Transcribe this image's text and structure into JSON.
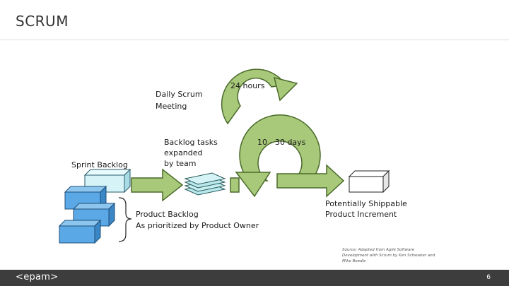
{
  "slide": {
    "title": "SCRUM",
    "page_number": "6"
  },
  "footer": {
    "logo_text": "<epam>"
  },
  "diagram": {
    "daily_scrum_label_line1": "Daily Scrum",
    "daily_scrum_label_line2": "Meeting",
    "daily_cycle_label": "24 hours",
    "sprint_cycle_label": "10 - 30 days",
    "sprint_backlog_label": "Sprint Backlog",
    "backlog_tasks_line1": "Backlog tasks",
    "backlog_tasks_line2": "expanded",
    "backlog_tasks_line3": "by team",
    "product_backlog_line1": "Product Backlog",
    "product_backlog_line2": "As prioritized by Product Owner",
    "increment_line1": "Potentially Shippable",
    "increment_line2": "Product Increment",
    "source_line1": "Source: Adapted from Agile Software",
    "source_line2": "Development with Scrum by Ken Schwaber and",
    "source_line3": "Mike Beedle",
    "colors": {
      "arrow_fill": "#a8c97a",
      "arrow_stroke": "#4a6a2a",
      "box_blue": "#5aa9e6",
      "box_light": "#d6f3f8"
    }
  }
}
